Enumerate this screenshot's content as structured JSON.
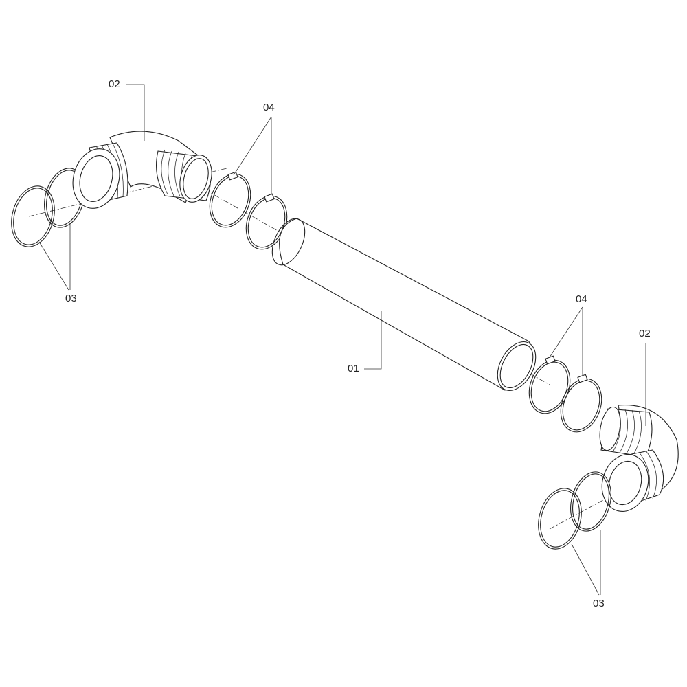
{
  "labels": {
    "pipe": "01",
    "elbow_left": "02",
    "elbow_right": "02",
    "seals_left": "03",
    "seals_right": "03",
    "clamps_left": "04",
    "clamps_right": "04"
  }
}
